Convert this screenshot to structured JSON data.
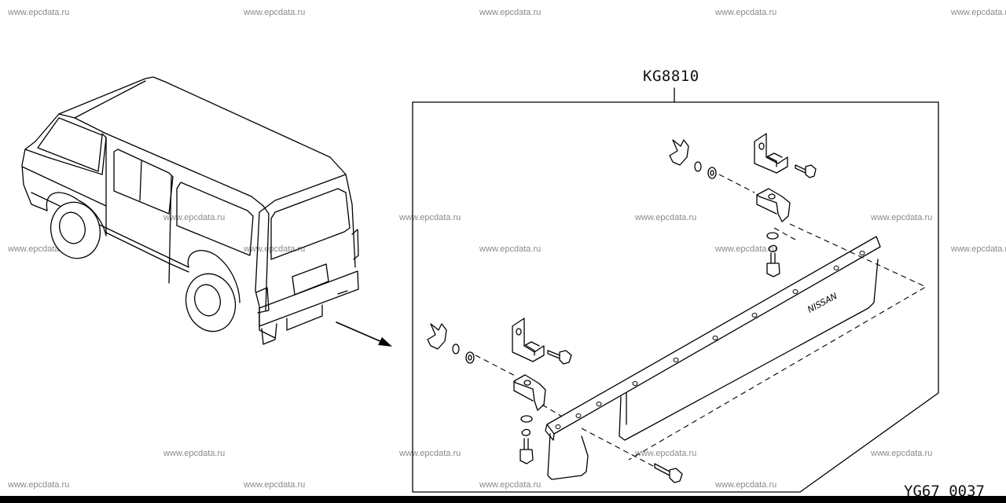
{
  "part_label": "KG8810",
  "figure_code": "YG67 0037",
  "watermark": "www.epcdata.ru",
  "brand_text": "NISSAN"
}
